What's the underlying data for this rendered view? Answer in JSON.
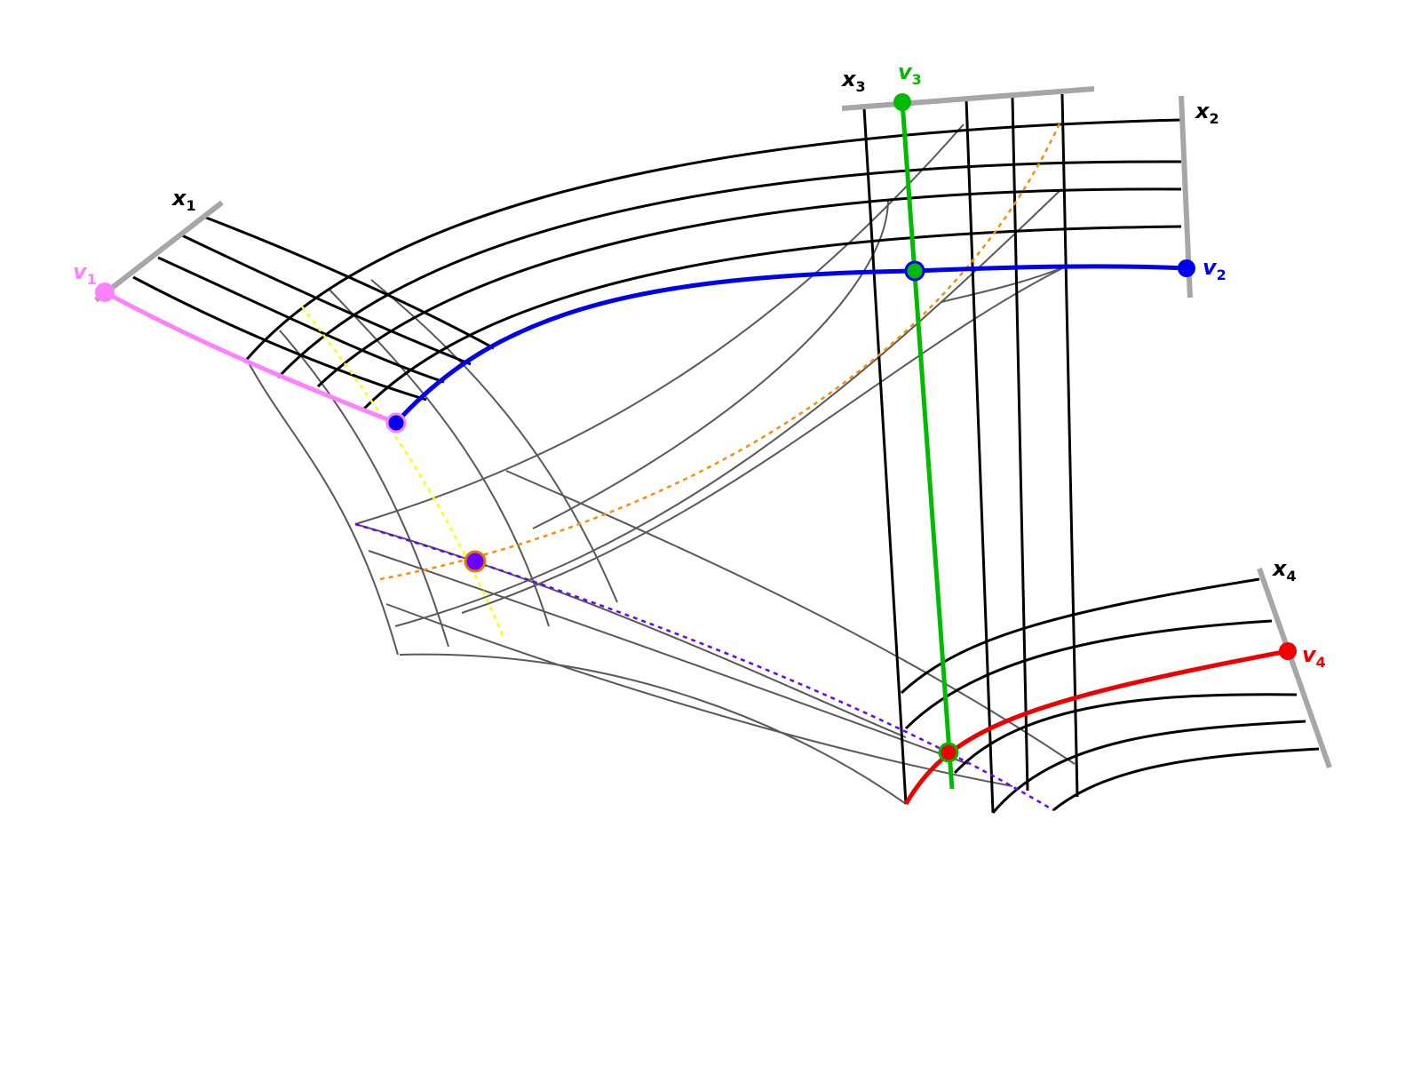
{
  "axes": [
    {
      "var": "x",
      "sub": "1"
    },
    {
      "var": "x",
      "sub": "2"
    },
    {
      "var": "x",
      "sub": "3"
    },
    {
      "var": "x",
      "sub": "4"
    }
  ],
  "points": [
    {
      "var": "v",
      "sub": "1"
    },
    {
      "var": "v",
      "sub": "2"
    },
    {
      "var": "v",
      "sub": "3"
    },
    {
      "var": "v",
      "sub": "4"
    }
  ],
  "colors": {
    "axis_bar": "#a6a6a6",
    "grid_main": "#000000",
    "grid_secondary": "#595959",
    "v1": "#ff80ff",
    "v2": "#0000ee",
    "v3": "#00bb00",
    "v4": "#ee0000",
    "mid_point": "#6a00ff",
    "mid_ring": "#e07b00",
    "dotted_yellow": "#ffff00",
    "dotted_orange": "#ff8c00",
    "dotted_violet": "#6a00ff"
  }
}
